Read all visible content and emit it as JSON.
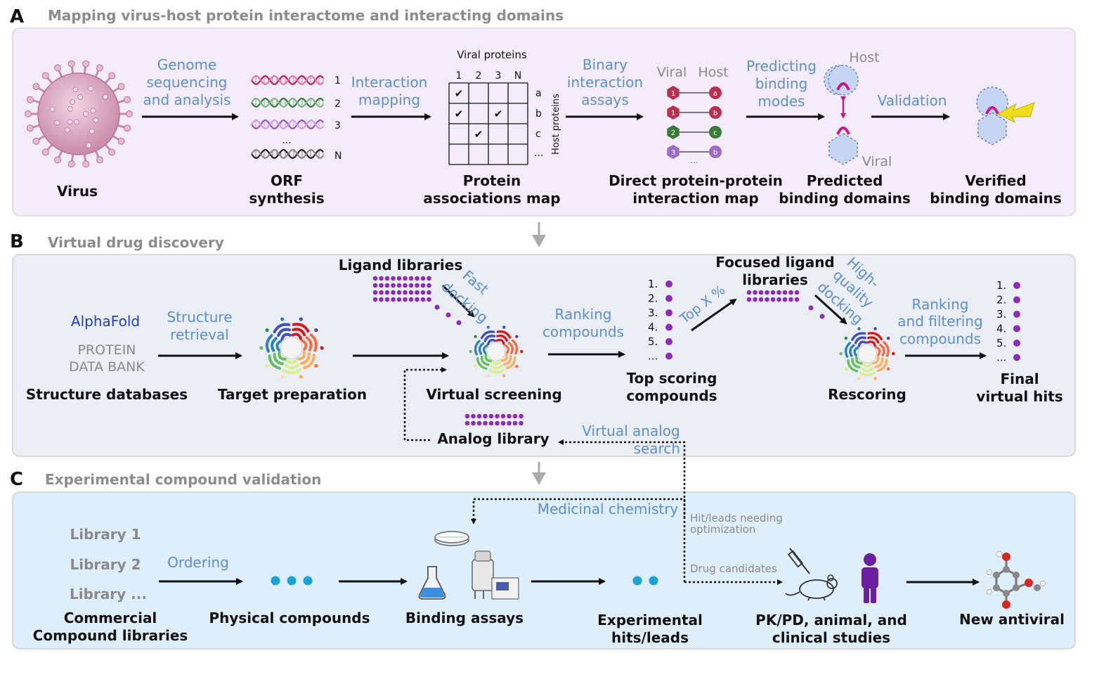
{
  "panels": {
    "a": {
      "letter": "A",
      "title": "Mapping virus-host protein interactome and interacting domains",
      "steps": {
        "virus": "Virus",
        "orf_1": "ORF",
        "orf_2": "synthesis",
        "pam_1": "Protein",
        "pam_2": "associations map",
        "dppi_1": "Direct protein-protein",
        "dppi_2": "interaction map",
        "pbd_1": "Predicted",
        "pbd_2": "binding domains",
        "vbd_1": "Verified",
        "vbd_2": "binding domains"
      },
      "arrows": {
        "genome_1": "Genome",
        "genome_2": "sequencing",
        "genome_3": "and analysis",
        "interaction_1": "Interaction",
        "interaction_2": "mapping",
        "binary_1": "Binary",
        "binary_2": "interaction",
        "binary_3": "assays",
        "predicting_1": "Predicting",
        "predicting_2": "binding",
        "predicting_3": "modes",
        "validation": "Validation"
      },
      "orf_labels": [
        "1",
        "2",
        "3",
        "N"
      ],
      "orf_ellipsis": "...",
      "matrix": {
        "title": "Viral proteins",
        "cols": [
          "1",
          "2",
          "3",
          "N"
        ],
        "rows": [
          "a",
          "b",
          "c",
          "..."
        ],
        "side_label": "Host proteins",
        "check": "✔"
      },
      "interaction_map": {
        "viral_label": "Viral",
        "host_label": "Host",
        "viral_nodes": [
          "1",
          "1",
          "2",
          "3"
        ],
        "host_nodes": [
          "a",
          "b",
          "c",
          "b"
        ],
        "ellipsis": "..."
      },
      "domains": {
        "host_label": "Host",
        "viral_label": "Viral"
      }
    },
    "b": {
      "letter": "B",
      "title": "Virtual drug discovery",
      "alphafold": "AlphaFold",
      "pdb_1": "PROTEIN",
      "pdb_2": "DATA BANK",
      "structure_databases": "Structure databases",
      "structure_retrieval_1": "Structure",
      "structure_retrieval_2": "retrieval",
      "target_preparation": "Target preparation",
      "ligand_libraries": "Ligand libraries",
      "fast_docking_1": "Fast",
      "fast_docking_2": "docking",
      "virtual_screening": "Virtual screening",
      "analog_library": "Analog library",
      "virtual_analog_1": "Virtual analog",
      "virtual_analog_2": "search",
      "ranking_1": "Ranking",
      "ranking_2": "compounds",
      "top_scoring_1": "Top scoring",
      "top_scoring_2": "compounds",
      "top_x": "Top X %",
      "focused_1": "Focused ligand",
      "focused_2": "libraries",
      "hq_1": "High-",
      "hq_2": "quality",
      "hq_3": "docking",
      "rescoring": "Rescoring",
      "rank_filter_1": "Ranking",
      "rank_filter_2": "and filtering",
      "rank_filter_3": "compounds",
      "final_1": "Final",
      "final_2": "virtual hits",
      "rank_labels": [
        "1.",
        "2.",
        "3.",
        "4.",
        "5.",
        "..."
      ]
    },
    "c": {
      "letter": "C",
      "title": "Experimental compound validation",
      "libraries": [
        "Library 1",
        "Library 2",
        "Library ..."
      ],
      "commercial_1": "Commercial",
      "commercial_2": "Compound libraries",
      "ordering": "Ordering",
      "physical_compounds": "Physical compounds",
      "binding_assays": "Binding assays",
      "medicinal_chemistry": "Medicinal chemistry",
      "experimental_1": "Experimental",
      "experimental_2": "hits/leads",
      "hit_leads_1": "Hit/leads needing",
      "hit_leads_2": "optimization",
      "drug_candidates": "Drug candidates",
      "pkpd_1": "PK/PD, animal, and",
      "pkpd_2": "clinical studies",
      "new_antiviral": "New antiviral"
    }
  },
  "colors": {
    "panel_a_bg": "#f5ecfb",
    "panel_b_bg": "#ebeef5",
    "panel_c_bg": "#dfeefb",
    "accent_blue": "#5b8fd1",
    "alphafold_blue": "#1a3fd1",
    "dot_purple": "#8b2db5",
    "dot_cyan": "#1aa3d6",
    "magenta": "#c8198a"
  }
}
